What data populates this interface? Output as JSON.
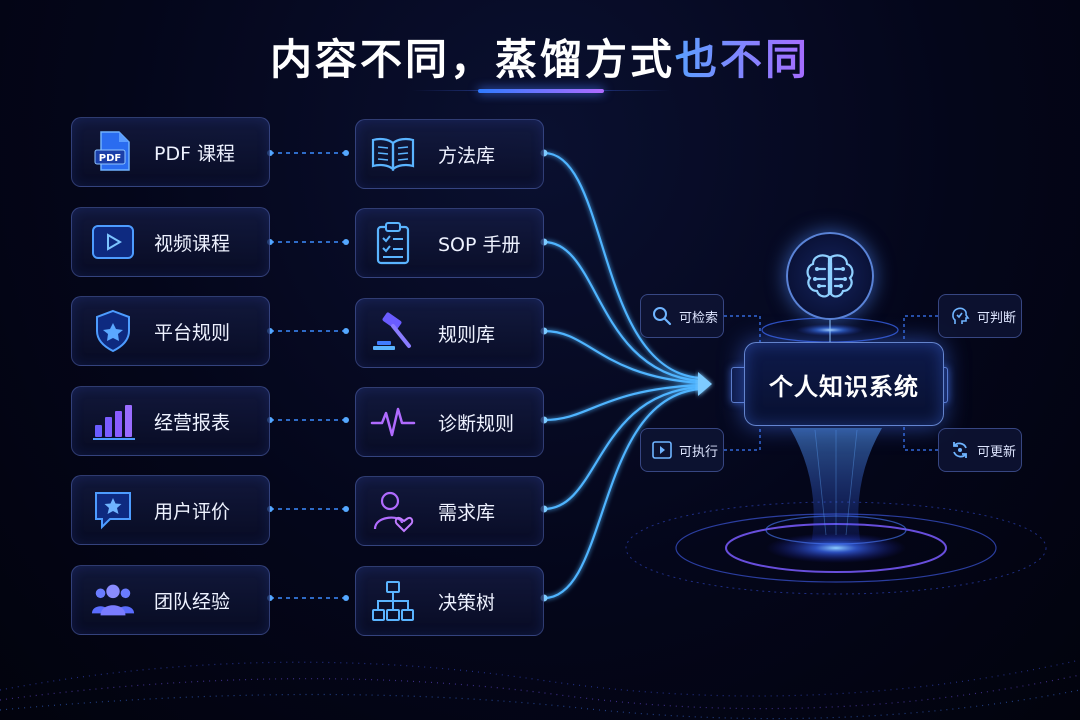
{
  "title": {
    "part1": "内容不同，蒸馏方式",
    "part2": "也不同"
  },
  "sources": [
    {
      "label": "PDF 课程",
      "icon": "pdf-icon"
    },
    {
      "label": "视频课程",
      "icon": "video-play-icon"
    },
    {
      "label": "平台规则",
      "icon": "shield-star-icon"
    },
    {
      "label": "经营报表",
      "icon": "bar-chart-icon"
    },
    {
      "label": "用户评价",
      "icon": "star-chat-icon"
    },
    {
      "label": "团队经验",
      "icon": "team-icon"
    }
  ],
  "outputs": [
    {
      "label": "方法库",
      "icon": "book-icon"
    },
    {
      "label": "SOP 手册",
      "icon": "clipboard-checklist-icon"
    },
    {
      "label": "规则库",
      "icon": "gavel-icon"
    },
    {
      "label": "诊断规则",
      "icon": "pulse-icon"
    },
    {
      "label": "需求库",
      "icon": "user-heart-icon"
    },
    {
      "label": "决策树",
      "icon": "decision-tree-icon"
    }
  ],
  "center": {
    "label": "个人知识系统",
    "icon": "brain-icon"
  },
  "capabilities": {
    "searchable": {
      "label": "可检索",
      "icon": "search-icon"
    },
    "judgeable": {
      "label": "可判断",
      "icon": "head-check-icon"
    },
    "executable": {
      "label": "可执行",
      "icon": "play-icon"
    },
    "updatable": {
      "label": "可更新",
      "icon": "refresh-icon"
    }
  },
  "colors": {
    "background": "#04061a",
    "accent_blue": "#3d8bff",
    "accent_purple": "#a86bff",
    "flow_line": "#4fb4ff"
  }
}
